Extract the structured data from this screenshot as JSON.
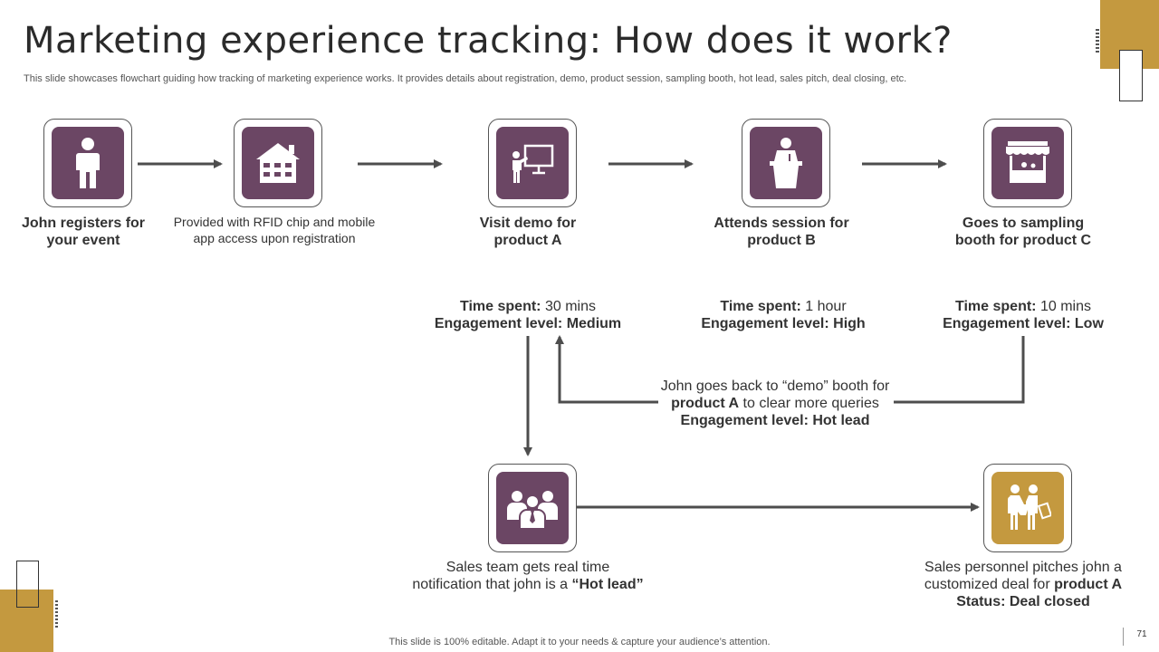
{
  "title": "Marketing experience tracking: How does it work?",
  "subtitle": "This slide showcases flowchart guiding how tracking of marketing experience works. It provides details about registration, demo, product session, sampling booth, hot lead, sales pitch, deal closing, etc.",
  "steps": [
    {
      "icon": "person-icon",
      "text": "John registers for your event"
    },
    {
      "icon": "building-icon",
      "text": "Provided with RFID chip and mobile app access upon registration"
    },
    {
      "icon": "presentation-board-icon",
      "text": "Visit demo for product A"
    },
    {
      "icon": "podium-speaker-icon",
      "text": "Attends session for product B"
    },
    {
      "icon": "booth-stall-icon",
      "text": "Goes to sampling booth for product C"
    }
  ],
  "metrics": [
    {
      "time_label": "Time spent:",
      "time_value": "30 mins",
      "engagement_label": "Engagement level:",
      "engagement_value": "Medium"
    },
    {
      "time_label": "Time spent:",
      "time_value": "1 hour",
      "engagement_label": "Engagement level:",
      "engagement_value": "High"
    },
    {
      "time_label": "Time spent:",
      "time_value": "10 mins",
      "engagement_label": "Engagement level:",
      "engagement_value": "Low"
    }
  ],
  "loop_note": {
    "line1": "John goes back to “demo” booth for",
    "line2_bold": "product A",
    "line2_rest": " to clear more queries",
    "line3": "Engagement level: Hot lead"
  },
  "sales_team": {
    "icon": "team-group-icon",
    "line1": "Sales team gets real time",
    "line2_pre": "notification that john is a ",
    "line2_bold": "“Hot lead”"
  },
  "sales_pitch": {
    "icon": "handshake-deal-icon",
    "line1": "Sales personnel pitches john a",
    "line2_pre": "customized deal for ",
    "line2_bold": "product A",
    "line3": "Status: Deal closed"
  },
  "footer": "This slide is 100% editable. Adapt it to your needs & capture your audience’s attention.",
  "page_number": "71",
  "colors": {
    "purple": "#6b4664",
    "gold": "#c4993f",
    "arrow": "#4d4d4d"
  }
}
